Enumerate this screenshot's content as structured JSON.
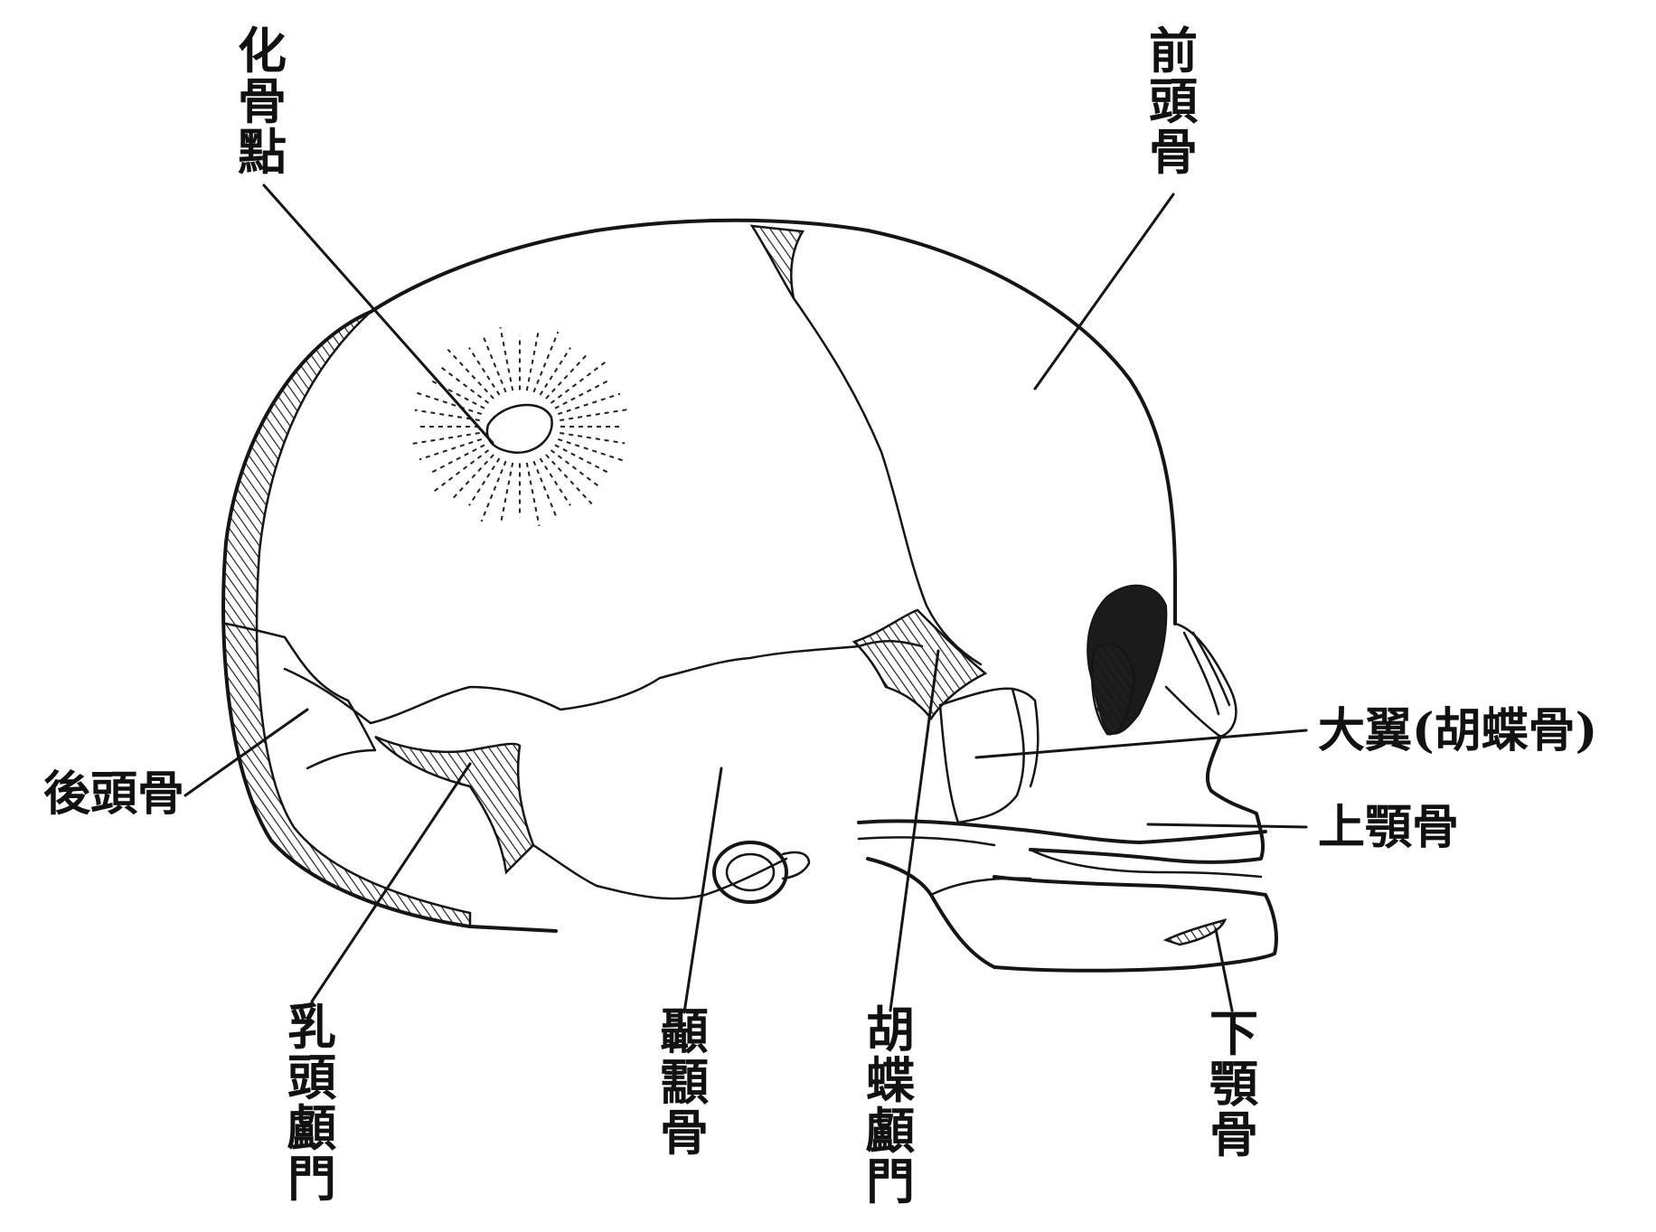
{
  "labels": {
    "ossification_point": "化骨點",
    "frontal_bone": "前頭骨",
    "occipital_bone": "後頭骨",
    "greater_wing_sphenoid": "大翼(胡蝶骨)",
    "maxilla": "上顎骨",
    "mastoid_fontanelle": "乳頭顱門",
    "temporal_bone": "顳顬骨",
    "sphenoid_fontanelle": "胡蝶顱門",
    "mandible": "下顎骨"
  }
}
